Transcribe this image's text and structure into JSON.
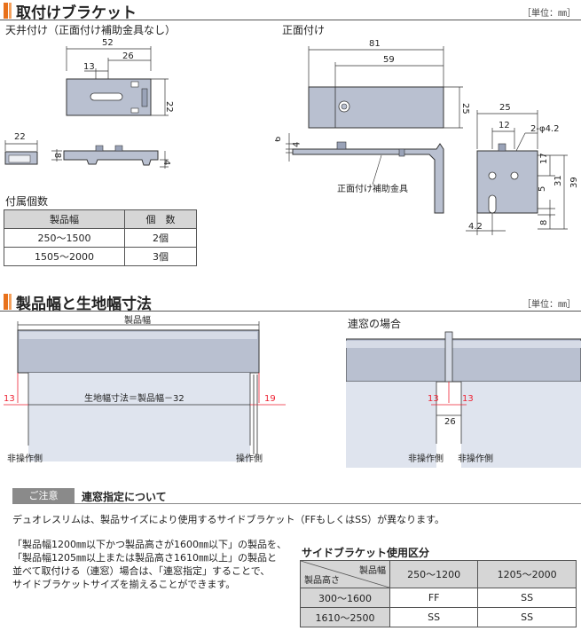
{
  "sections": {
    "bracket": {
      "title": "取付けブラケット",
      "unit": "［単位：㎜］"
    },
    "width": {
      "title": "製品幅と生地幅寸法",
      "unit": "［単位：㎜］"
    }
  },
  "ceiling": {
    "label": "天井付け（正面付け補助金具なし）",
    "dims": {
      "d52": "52",
      "d26": "26",
      "d13": "13",
      "d22v": "22",
      "d22h": "22",
      "d8": "8",
      "d4": "4"
    }
  },
  "front": {
    "label": "正面付け",
    "dims": {
      "d81": "81",
      "d59": "59",
      "d25v": "25",
      "d6": "6",
      "d4": "4",
      "d25h": "25",
      "d12": "12",
      "hole": "2-φ4.2",
      "d17": "17",
      "d31": "31",
      "d39": "39",
      "d5": "5",
      "d8": "8",
      "d42": "4.2"
    },
    "aux_label": "正面付け補助金具"
  },
  "accessory": {
    "title": "付属個数",
    "headers": [
      "製品幅",
      "個　数"
    ],
    "rows": [
      [
        "250～1500",
        "2個"
      ],
      [
        "1505～2000",
        "3個"
      ]
    ]
  },
  "width_diagram": {
    "product_width": "製品幅",
    "cloth_formula": "生地幅寸法＝製品幅－32",
    "left_offset": "13",
    "right_offset": "19",
    "non_operating": "非操作側",
    "operating": "操作側"
  },
  "joint": {
    "title": "連窓の場合",
    "left": "13",
    "right": "13",
    "gap": "26",
    "non_operating_left": "非操作側",
    "non_operating_right": "非操作側"
  },
  "note": {
    "badge": "ご注意",
    "title": "連窓指定について",
    "line1": "デュオレスリムは、製品サイズにより使用するサイドブラケット（FFもしくはSS）が異なります。",
    "para": [
      "「製品幅1200㎜以下かつ製品高さが1600㎜以下」の製品を、",
      "「製品幅1205㎜以上または製品高さ1610㎜以上」の製品と",
      "並べて取付ける（連窓）場合は、「連窓指定」することで、",
      "サイドブラケットサイズを揃えることができます。"
    ]
  },
  "side_bracket": {
    "title": "サイドブラケット使用区分",
    "corner_top": "製品幅",
    "corner_bottom": "製品高さ",
    "cols": [
      "250～1200",
      "1205～2000"
    ],
    "rows": [
      {
        "label": "300～1600",
        "values": [
          "FF",
          "SS"
        ]
      },
      {
        "label": "1610～2500",
        "values": [
          "SS",
          "SS"
        ]
      }
    ]
  }
}
